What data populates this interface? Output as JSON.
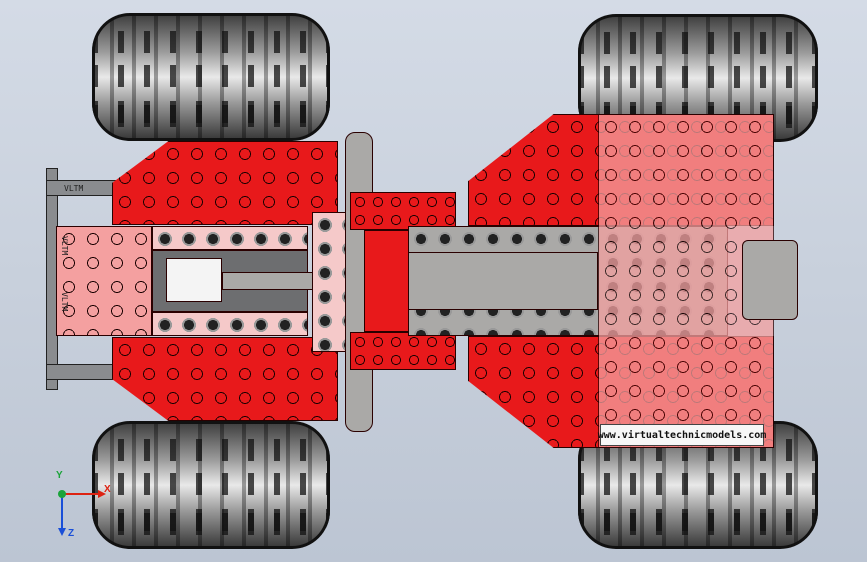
{
  "watermark": "www.virtualtechnicmodels.com",
  "vltm_tags": [
    "VLTM",
    "VLTM",
    "VLTM"
  ],
  "axes": {
    "x": "X",
    "y": "Y",
    "z": "Z"
  },
  "colors": {
    "body_red": "#e8191b",
    "accent_pink": "#f4a0a0",
    "frame_gray": "#aaa9a7",
    "background": "#c8d0dc"
  }
}
